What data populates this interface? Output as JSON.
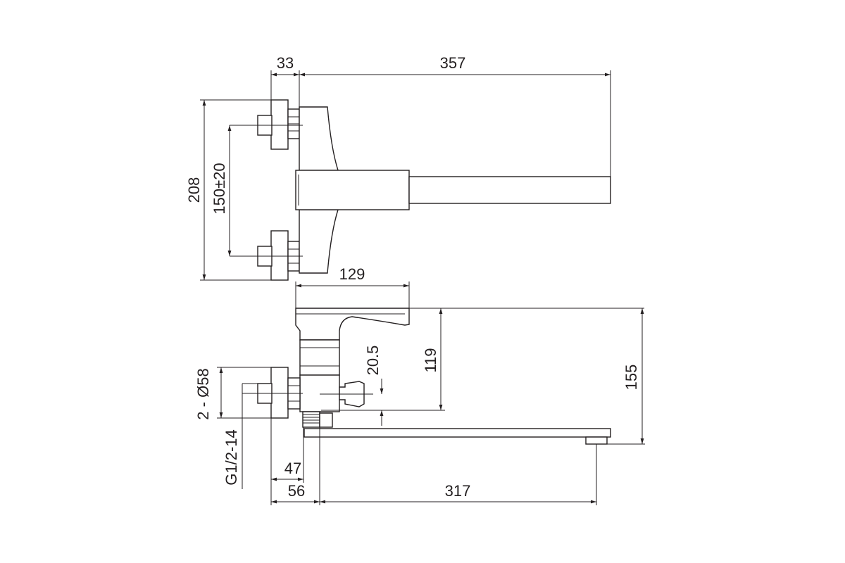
{
  "dimensions": {
    "top_flange_width": "33",
    "top_reach": "357",
    "overall_height": "208",
    "inlet_spacing": "150±20",
    "lever_length": "129",
    "outlet_offset": "20.5",
    "body_height": "119",
    "spout_height": "155",
    "flange_diameter": "2 - Ø58",
    "thread": "G1/2-14",
    "inlet_depth": "47",
    "body_depth": "56",
    "spout_reach": "317"
  },
  "colors": {
    "line": "#231f20",
    "background": "#ffffff"
  }
}
